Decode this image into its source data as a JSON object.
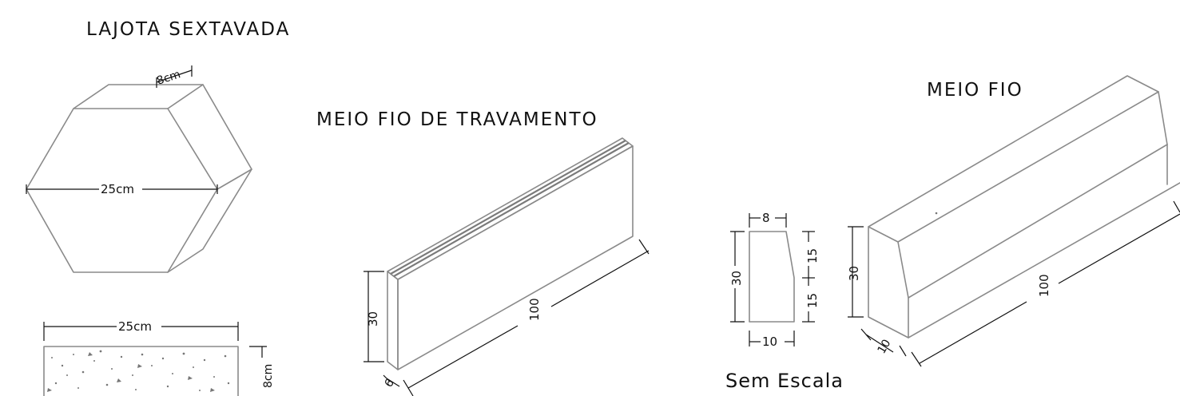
{
  "titles": {
    "hexagon": "LAJOTA SEXTAVADA",
    "locking_curb": "MEIO FIO DE TRAVAMENTO",
    "curb": "MEIO FIO"
  },
  "dimensions": {
    "hex_thickness": "8cm",
    "hex_width": "25cm",
    "paver_width": "25cm",
    "paver_height": "8cm",
    "locking_height": "30",
    "locking_length": "100",
    "locking_depth": "6",
    "profile_top": "8",
    "profile_height": "30",
    "profile_upper": "15",
    "profile_lower": "15",
    "profile_bottom": "10",
    "curb_height": "30",
    "curb_length": "100",
    "curb_depth": "10"
  },
  "notes": {
    "scale": "Sem Escala"
  },
  "colors": {
    "line": "#8a8a8a",
    "dimension": "#111111",
    "background": "#ffffff"
  }
}
